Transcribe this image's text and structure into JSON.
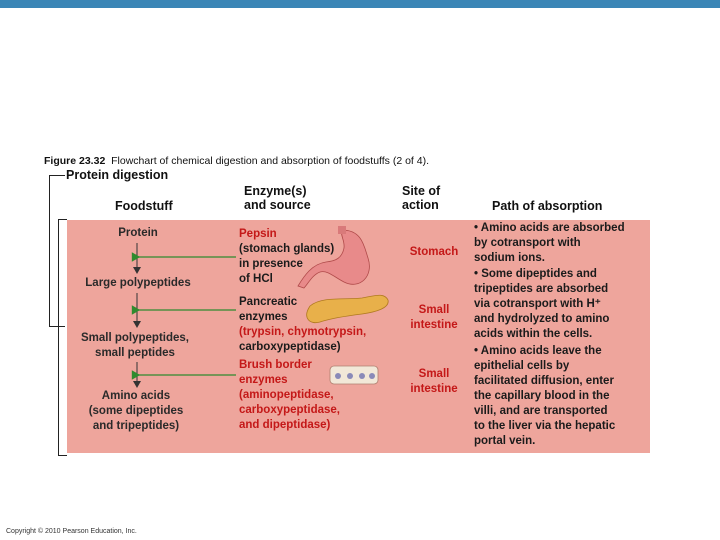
{
  "figure": {
    "number": "Figure 23.32",
    "caption": "Flowchart of chemical digestion and absorption of foodstuffs (2 of 4)."
  },
  "section_title": "Protein digestion",
  "headers": {
    "foodstuff": "Foodstuff",
    "enzyme": [
      "Enzyme(s)",
      "and source"
    ],
    "site": [
      "Site of",
      "action"
    ],
    "path": "Path of absorption"
  },
  "foodstuffs": [
    [
      "Protein"
    ],
    [
      "Large polypeptides"
    ],
    [
      "Small polypeptides,",
      "small peptides"
    ],
    [
      "Amino acids",
      "(some dipeptides",
      "and tripeptides)"
    ]
  ],
  "enzymes": {
    "pepsin": [
      "Pepsin",
      "(stomach glands)"
    ],
    "pepsin_note": [
      "in presence",
      "of HCl"
    ],
    "pancreatic": [
      "Pancreatic",
      "enzymes"
    ],
    "pancreatic_list": [
      "(trypsin, chymotrypsin,"
    ],
    "pancreatic_last": [
      "carboxypeptidase)"
    ],
    "brush": [
      "Brush border",
      "enzymes",
      "(aminopeptidase,",
      "carboxypeptidase,",
      "and dipeptidase)"
    ]
  },
  "sites": [
    [
      "Stomach"
    ],
    [
      "Small",
      "intestine"
    ],
    [
      "Small",
      "intestine"
    ]
  ],
  "absorption": [
    [
      "• Amino acids are absorbed",
      "by cotransport with",
      "sodium ions."
    ],
    [
      "• Some dipeptides and",
      "tripeptides are absorbed",
      "via cotransport with H⁺",
      "and hydrolyzed to amino",
      "acids within the cells."
    ],
    [
      "• Amino acids leave the",
      "epithelial cells by",
      "facilitated diffusion, enter",
      "the capillary blood in the",
      "villi, and are transported",
      "to the liver via the hepatic",
      "portal vein."
    ]
  ],
  "copyright": "Copyright © 2010 Pearson Education, Inc.",
  "colors": {
    "panel": "#eea59c",
    "enzyme_text": "#c41818",
    "arrow": "#2e8b2e",
    "top_bar": "#3b86b6"
  }
}
